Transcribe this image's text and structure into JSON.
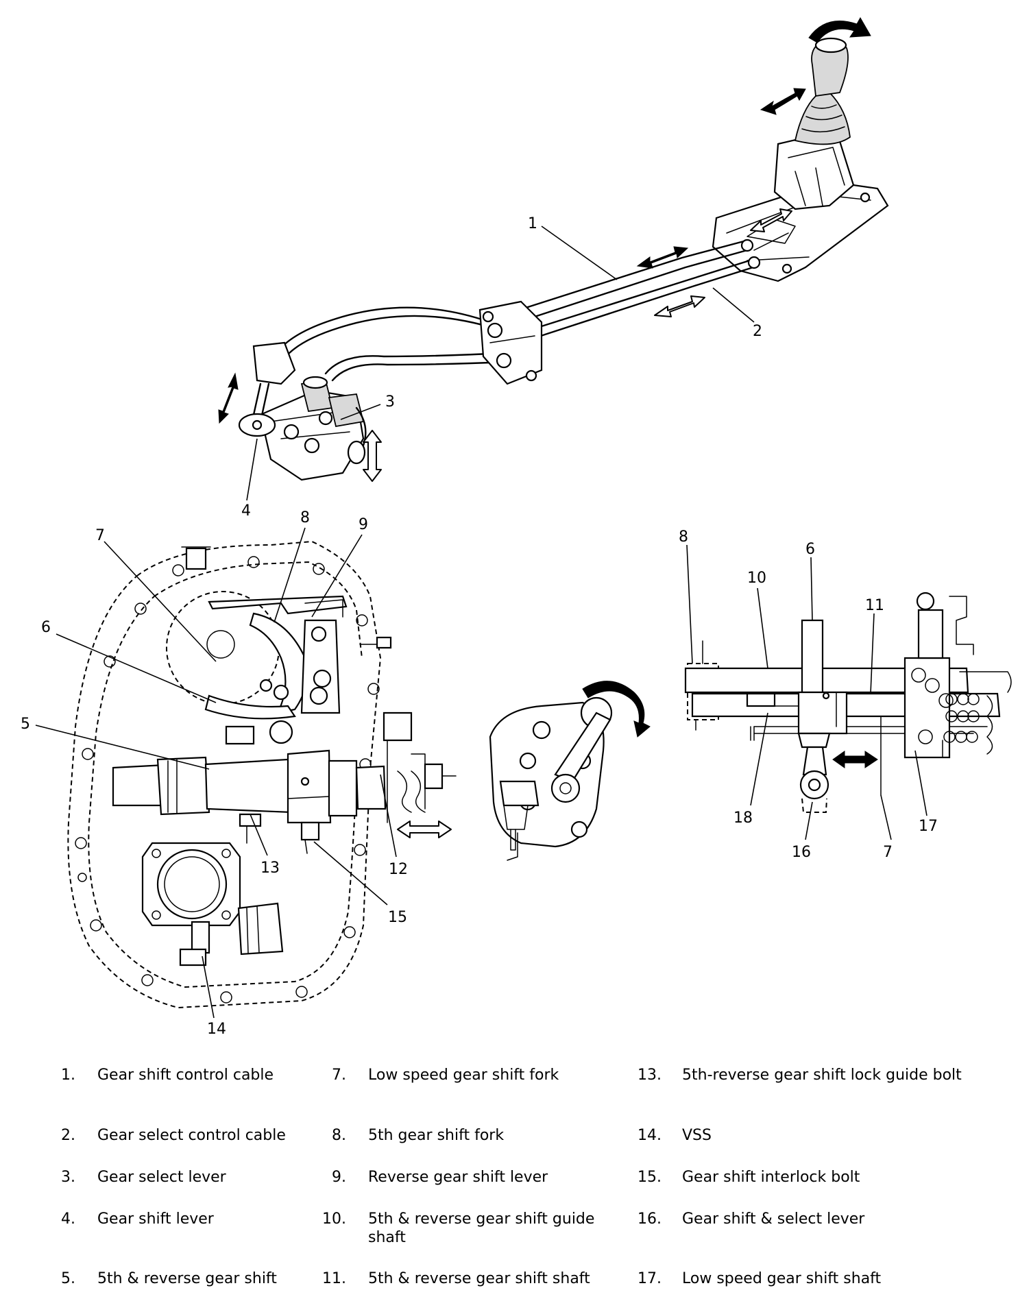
{
  "callouts": {
    "c1": "1",
    "c2": "2",
    "c3": "3",
    "c4": "4",
    "c5": "5",
    "c6a": "6",
    "c7a": "7",
    "c8a": "8",
    "c9": "9",
    "c12": "12",
    "c13": "13",
    "c14": "14",
    "c15": "15",
    "c6b": "6",
    "c7b": "7",
    "c8b": "8",
    "c10": "10",
    "c11": "11",
    "c16": "16",
    "c17": "17",
    "c18": "18"
  },
  "legend": [
    {
      "num": "1.",
      "text": "Gear shift control cable"
    },
    {
      "num": "2.",
      "text": "Gear select control cable"
    },
    {
      "num": "3.",
      "text": "Gear select lever"
    },
    {
      "num": "4.",
      "text": "Gear shift lever"
    },
    {
      "num": "5.",
      "text": "5th & reverse gear shift"
    },
    {
      "num": "7.",
      "text": "Low speed gear shift fork"
    },
    {
      "num": "8.",
      "text": "5th gear shift fork"
    },
    {
      "num": "9.",
      "text": "Reverse gear shift lever"
    },
    {
      "num": "10.",
      "text": "5th & reverse gear shift guide shaft"
    },
    {
      "num": "11.",
      "text": "5th & reverse gear shift shaft"
    },
    {
      "num": "13.",
      "text": "5th-reverse gear shift lock guide bolt"
    },
    {
      "num": "14.",
      "text": "VSS"
    },
    {
      "num": "15.",
      "text": "Gear shift interlock bolt"
    },
    {
      "num": "16.",
      "text": "Gear shift & select lever"
    },
    {
      "num": "17.",
      "text": "Low speed gear shift shaft"
    }
  ]
}
